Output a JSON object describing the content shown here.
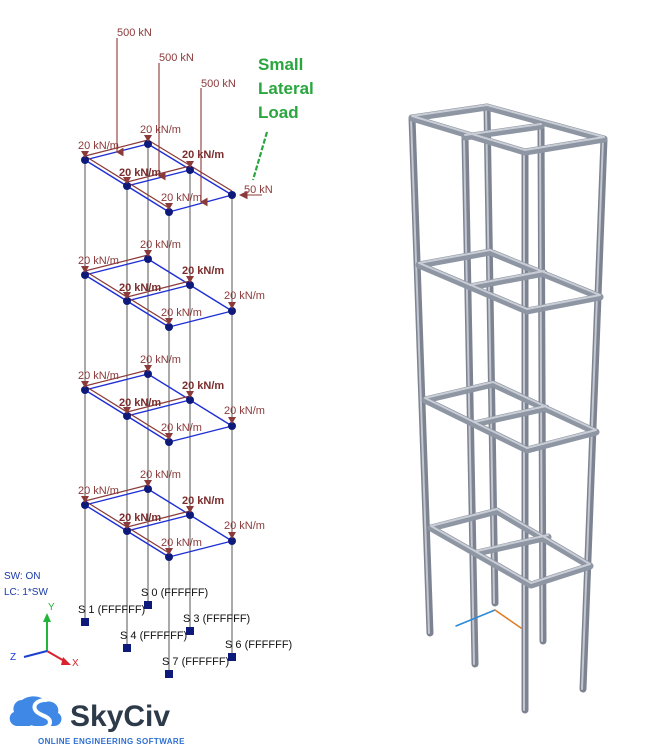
{
  "loads": {
    "point_top_1": "500 kN",
    "point_top_2": "500 kN",
    "point_top_3": "500 kN",
    "lateral": "50 kN",
    "udl": "20 kN/m"
  },
  "callout": {
    "line1": "Small",
    "line2": "Lateral",
    "line3": "Load"
  },
  "supports": [
    {
      "label": "S 0 (FFFFFF)"
    },
    {
      "label": "S 1 (FFFFFF)"
    },
    {
      "label": "S 3 (FFFFFF)"
    },
    {
      "label": "S 4 (FFFFFF)"
    },
    {
      "label": "S 6 (FFFFFF)"
    },
    {
      "label": "S 7 (FFFFFF)"
    }
  ],
  "status": {
    "sw": "SW: ON",
    "lc": "LC: 1*SW"
  },
  "axes": {
    "x": "X",
    "y": "Y",
    "z": "Z"
  },
  "logo": {
    "name": "SkyCiv",
    "tagline": "ONLINE ENGINEERING SOFTWARE"
  },
  "colors": {
    "load": "#8b3a3a",
    "beam_blue": "#1f2fd6",
    "column": "#555555",
    "callout": "#2aa63f",
    "frame3d": "#8e95a3",
    "support": "#0e1a7a"
  }
}
